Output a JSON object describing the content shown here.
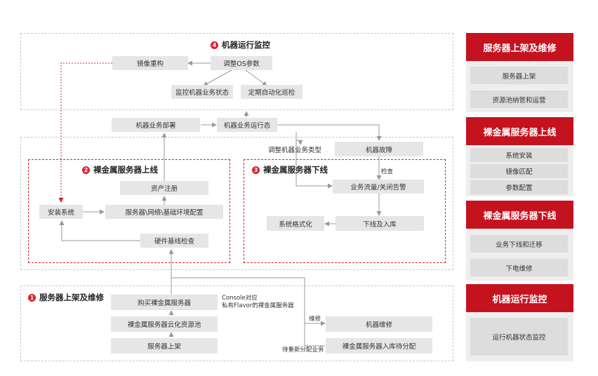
{
  "sections": {
    "monitoring": {
      "num": "4",
      "title": "机器运行监控"
    },
    "online": {
      "num": "2",
      "title": "裸金属服务器上线"
    },
    "offline": {
      "num": "3",
      "title": "裸金属服务器下线"
    },
    "racking": {
      "num": "1",
      "title": "服务器上架及维修"
    }
  },
  "nodes": {
    "image_rebuild": "镜像重构",
    "tune_os": "调整OS参数",
    "monitor_state": "监控机器业务状态",
    "auto_inspect": "定期自动化巡检",
    "deploy": "机器业务部署",
    "running": "机器业务运行态",
    "adjust_type": "调整机器业务类型",
    "fault": "机器故障",
    "traffic_alarm": "业务流量/关闭告警",
    "format": "系统格式化",
    "offline_store": "下线及入库",
    "asset_reg": "资产注册",
    "install": "安装系统",
    "env_config": "服务器\\网络\\基础环境配置",
    "hw_check": "硬件基线检查",
    "buy": "购买裸金属服务器",
    "cloud_pool": "裸金属服务器云化资源池",
    "rack": "服务器上架",
    "repair": "机器维修",
    "store_pending": "裸金属服务器入库待分配"
  },
  "labels": {
    "console_line1": "Console对应",
    "console_line2": "私有Flavor的裸金属服务器",
    "repair_edge": "维修",
    "check_edge": "检查",
    "reassign_edge": "待重新分配业务"
  },
  "sidebar": {
    "groups": [
      {
        "title": "服务器上架及维修",
        "items": [
          "服务器上架",
          "资源池纳管和运营"
        ]
      },
      {
        "title": "裸金属服务器上线",
        "items": [
          "系统安装",
          "镜像匹配",
          "参数配置"
        ]
      },
      {
        "title": "裸金属服务器下线",
        "items": [
          "业务下线和迁移",
          "下电维修"
        ]
      },
      {
        "title": "机器运行监控",
        "items": [
          "运行机器状态监控"
        ]
      }
    ]
  },
  "colors": {
    "accent": "#c5121f",
    "box": "#e6e6e6",
    "arrow": "#9a9a9a"
  }
}
